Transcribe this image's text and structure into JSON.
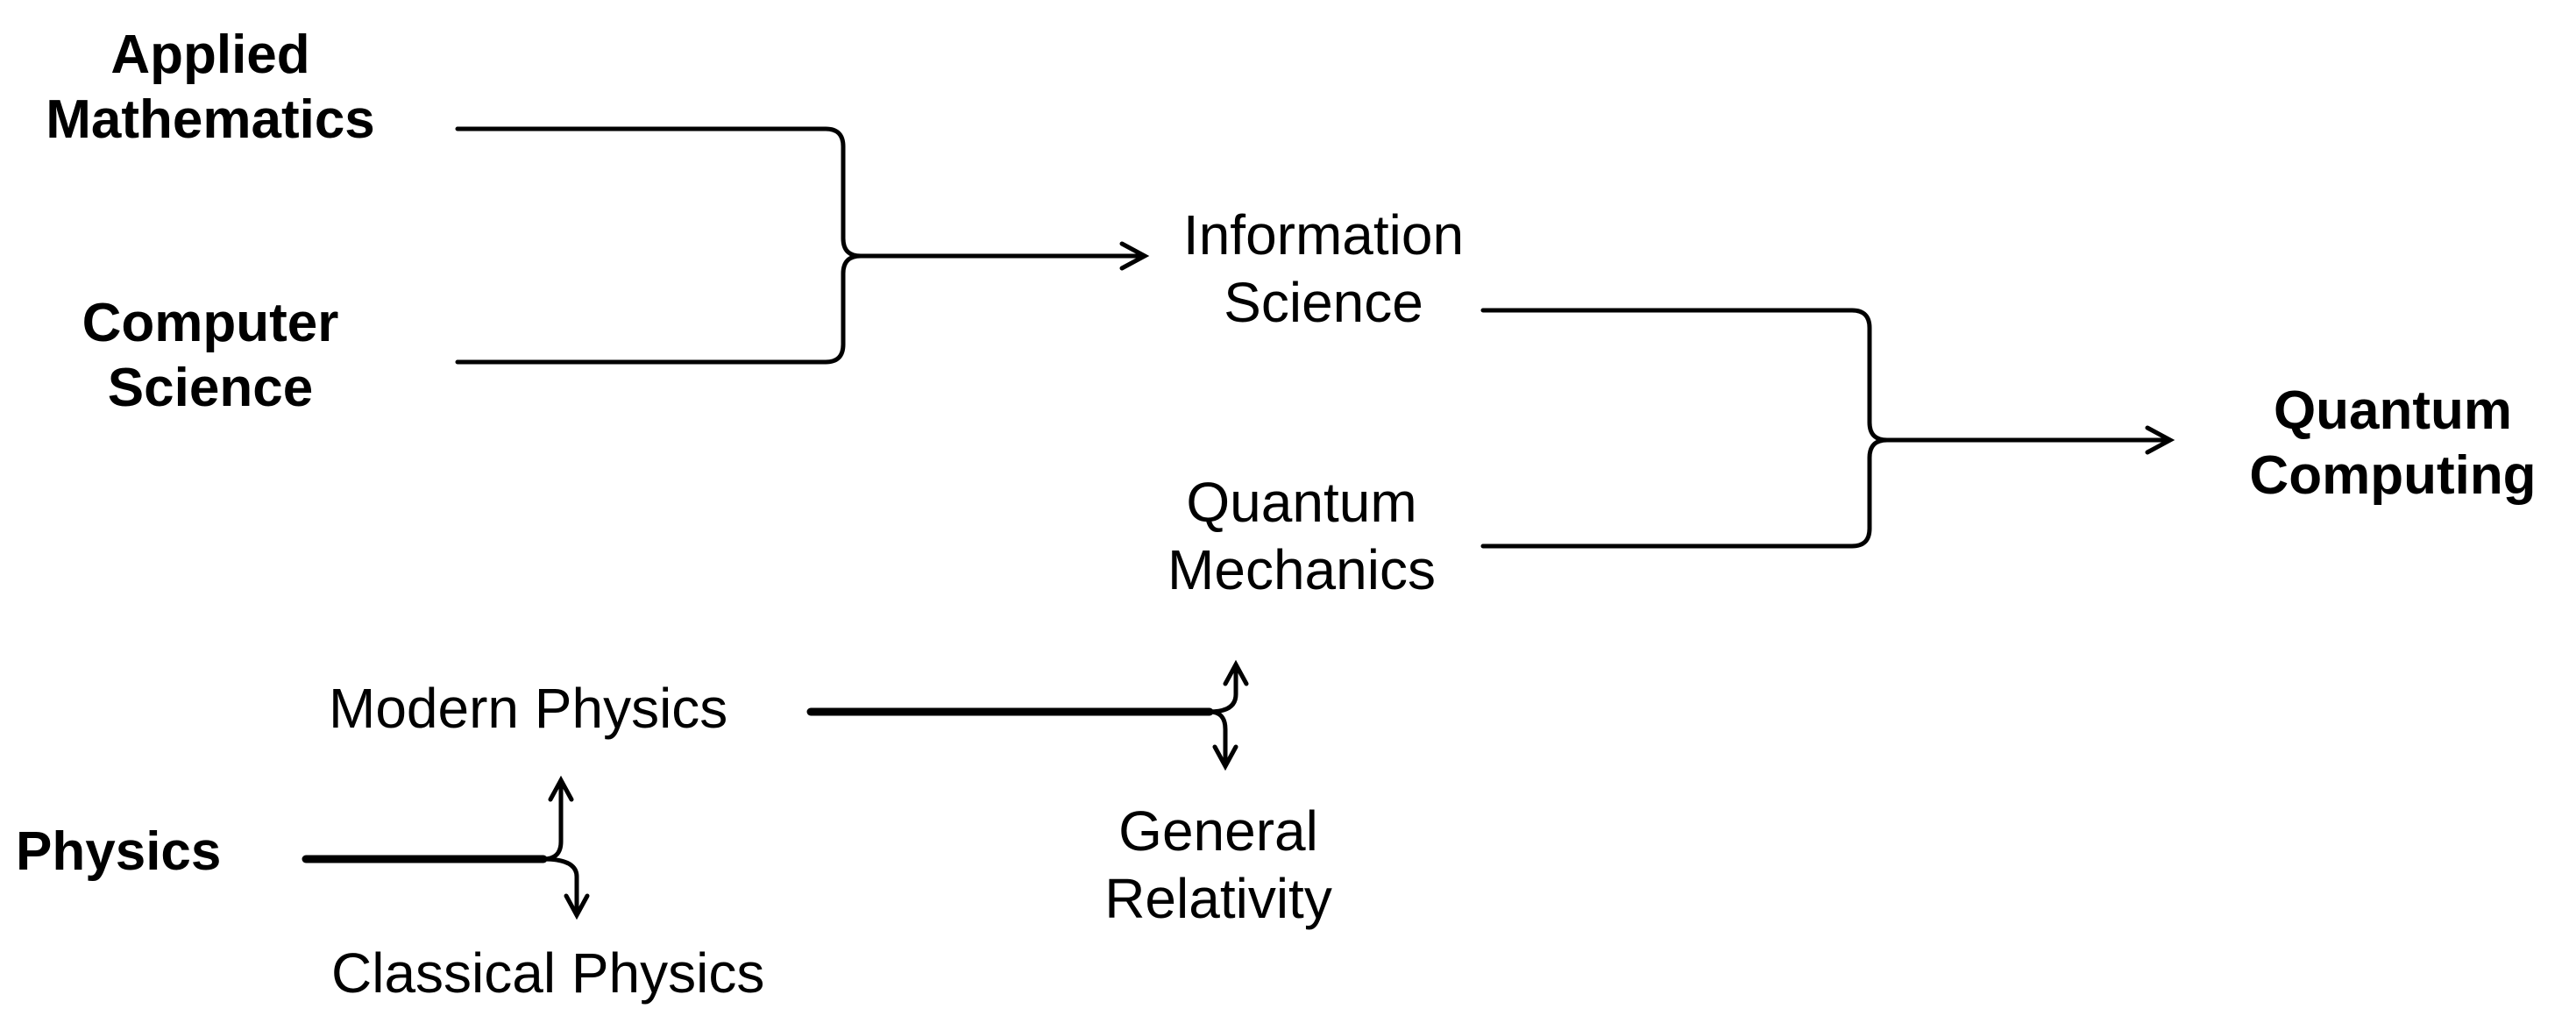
{
  "nodes": {
    "applied_mathematics": "Applied\nMathematics",
    "computer_science": "Computer\nScience",
    "information_science": "Information\nScience",
    "quantum_mechanics": "Quantum\nMechanics",
    "quantum_computing": "Quantum\nComputing",
    "modern_physics": "Modern Physics",
    "physics": "Physics",
    "classical_physics": "Classical Physics",
    "general_relativity": "General\nRelativity"
  }
}
